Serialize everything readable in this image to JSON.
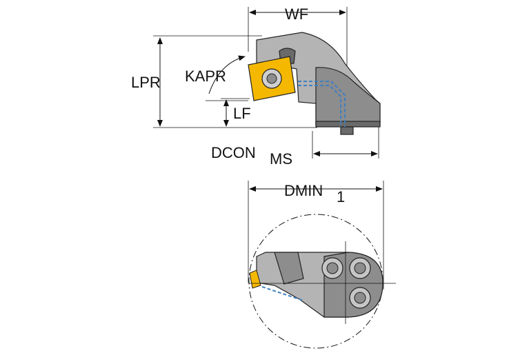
{
  "labels": {
    "wf": "WF",
    "lpr": "LPR",
    "kapr": "KAPR",
    "lf": "LF",
    "dcon": "DCON",
    "dcon_sub": "MS",
    "dmin": "DMIN",
    "dmin_sub": "1"
  },
  "colors": {
    "insert": "#f5b800",
    "body": "#8d8d8d",
    "coolant": "#3e7fc1"
  }
}
